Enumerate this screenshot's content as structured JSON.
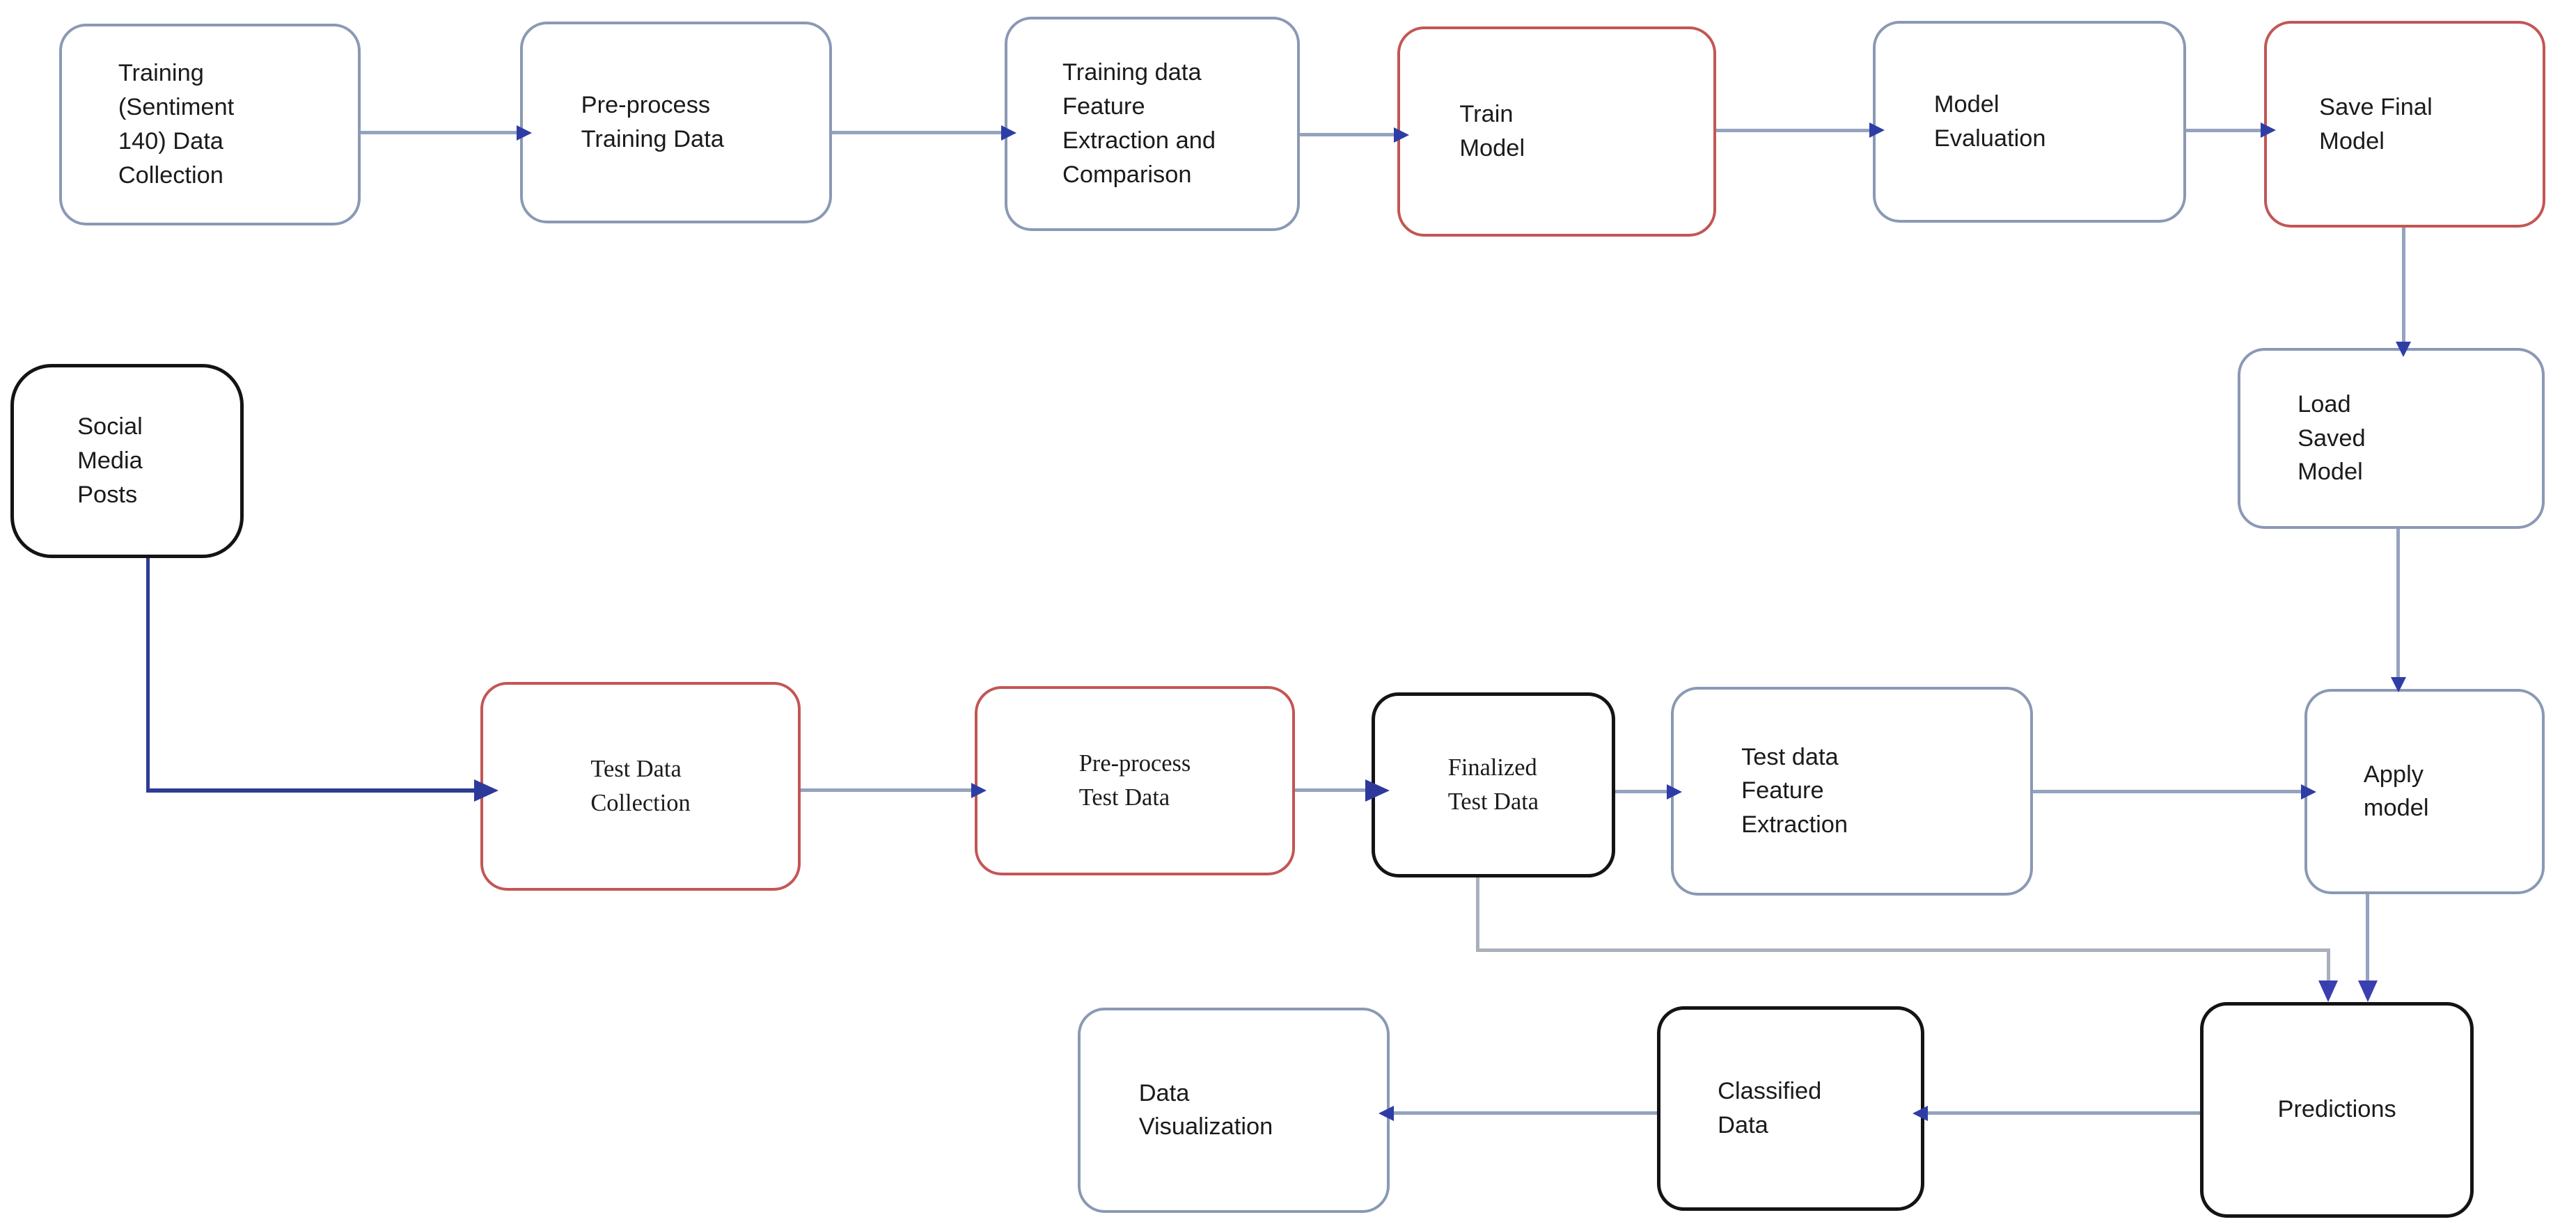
{
  "diagram": {
    "title": "Sentiment analysis machine learning pipeline flowchart",
    "background": "#ffffff",
    "colors": {
      "steel_border": "#8a99b4",
      "red_border": "#c25654",
      "black_border": "#141414",
      "connector_line": "#94a3be",
      "navy_line": "#2d3c93",
      "gray_line": "#a9b0bb",
      "arrowhead": "#2e3da6",
      "text": "#1b1b1b"
    },
    "nodes": {
      "training_collection": {
        "label": "Training\n(Sentiment\n140) Data\nCollection",
        "border": "steel"
      },
      "preprocess_training": {
        "label": "Pre-process\nTraining Data",
        "border": "steel"
      },
      "training_feature": {
        "label": "Training data\nFeature\nExtraction and\nComparison",
        "border": "steel"
      },
      "train_model": {
        "label": "Train\nModel",
        "border": "red"
      },
      "model_evaluation": {
        "label": "Model\nEvaluation",
        "border": "steel"
      },
      "save_final": {
        "label": "Save Final\nModel",
        "border": "red"
      },
      "load_saved": {
        "label": "Load\nSaved\nModel",
        "border": "steel"
      },
      "social_posts": {
        "label": "Social\nMedia\nPosts",
        "border": "black"
      },
      "test_collection": {
        "label": "Test Data\nCollection",
        "border": "red"
      },
      "preprocess_test": {
        "label": "Pre-process\nTest Data",
        "border": "red"
      },
      "finalized_test": {
        "label": "Finalized\nTest Data",
        "border": "black"
      },
      "test_feature": {
        "label": "Test data\nFeature\nExtraction",
        "border": "steel"
      },
      "apply_model": {
        "label": "Apply\nmodel",
        "border": "steel"
      },
      "data_viz": {
        "label": "Data\nVisualization",
        "border": "steel"
      },
      "classified": {
        "label": "Classified\nData",
        "border": "black"
      },
      "predictions": {
        "label": "Predictions",
        "border": "black"
      }
    },
    "edges": [
      {
        "from": "training_collection",
        "to": "preprocess_training"
      },
      {
        "from": "preprocess_training",
        "to": "training_feature"
      },
      {
        "from": "training_feature",
        "to": "train_model"
      },
      {
        "from": "train_model",
        "to": "model_evaluation"
      },
      {
        "from": "model_evaluation",
        "to": "save_final"
      },
      {
        "from": "save_final",
        "to": "load_saved"
      },
      {
        "from": "load_saved",
        "to": "apply_model"
      },
      {
        "from": "social_posts",
        "to": "test_collection"
      },
      {
        "from": "test_collection",
        "to": "preprocess_test"
      },
      {
        "from": "preprocess_test",
        "to": "finalized_test"
      },
      {
        "from": "finalized_test",
        "to": "test_feature"
      },
      {
        "from": "test_feature",
        "to": "apply_model"
      },
      {
        "from": "finalized_test",
        "to": "predictions"
      },
      {
        "from": "apply_model",
        "to": "predictions"
      },
      {
        "from": "predictions",
        "to": "classified"
      },
      {
        "from": "classified",
        "to": "data_viz"
      }
    ]
  }
}
